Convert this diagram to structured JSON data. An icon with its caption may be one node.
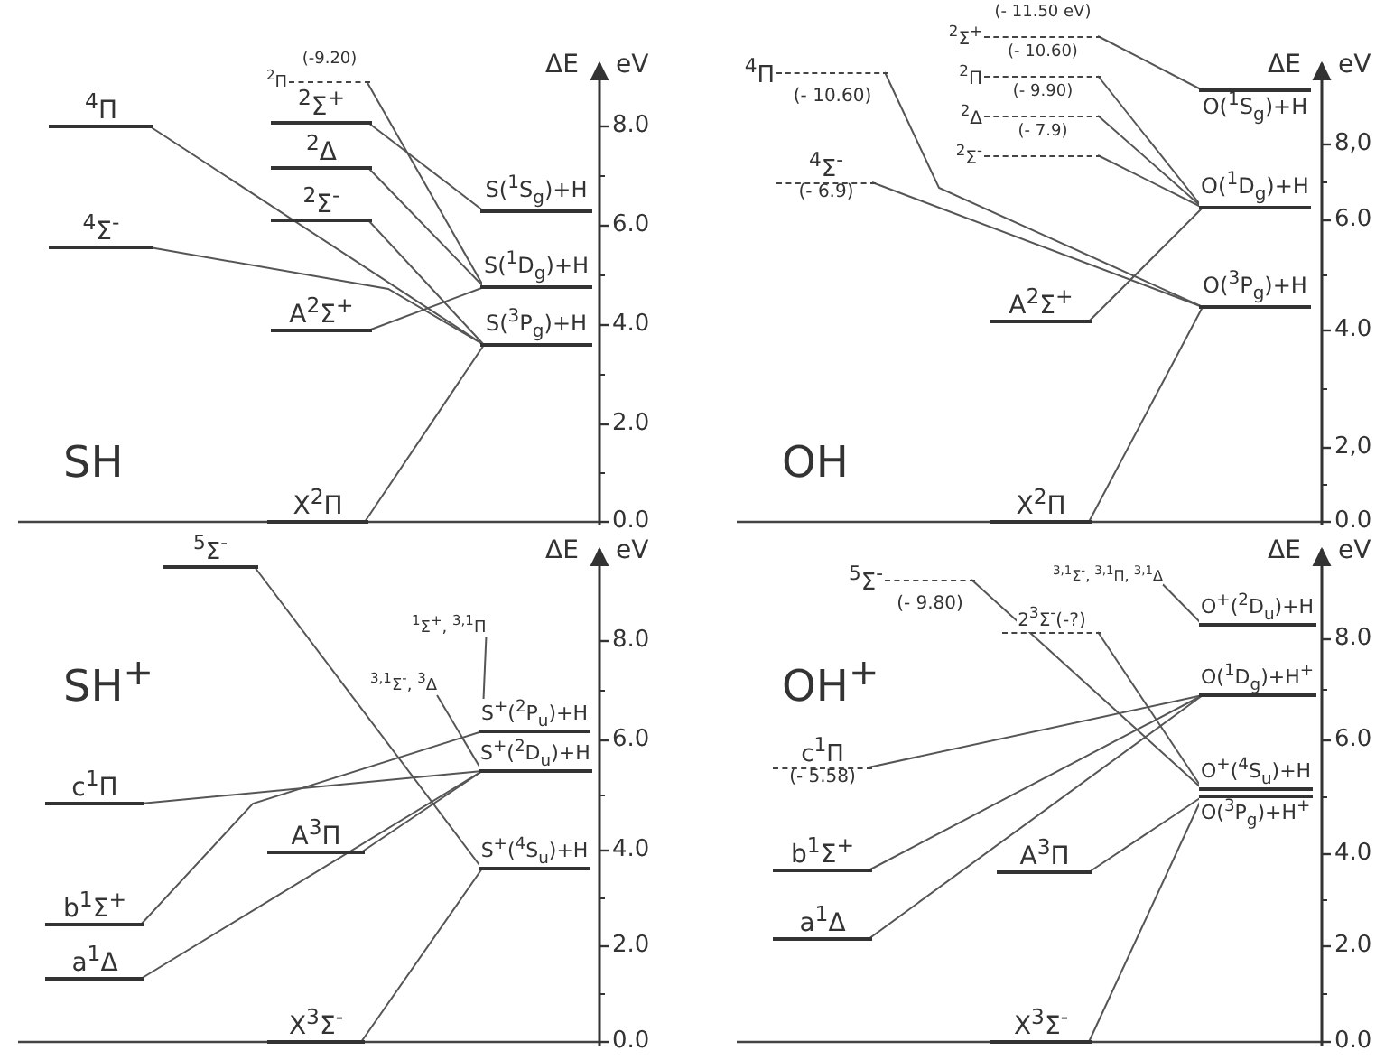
{
  "diagram": {
    "nodes": [
      {
        "text": [
          "$^{4}$Π"
        ]
      },
      {
        "text": [
          "$^{4}$Σ$^{-}$"
        ]
      },
      {
        "text": [
          "$^{2}$Π",
          "(-9.20)"
        ]
      },
      {
        "text": [
          "$^{2}$Σ$^{+}$"
        ]
      },
      {
        "text": [
          "$^{2}$Δ"
        ]
      },
      {
        "text": [
          "$^{2}$Σ$^{-}$"
        ]
      },
      {
        "text": [
          "A$^{2}$Σ$^{+}$"
        ]
      },
      {
        "text": [
          "X$^{2}$Π"
        ]
      },
      {
        "text": [
          "S($^{1}$S$_{g}$)+H"
        ]
      },
      {
        "text": [
          "S($^{1}$D$_{g}$)+H"
        ]
      },
      {
        "text": [
          "S($^{3}$P$_{g}$)+H"
        ]
      },
      {
        "text": [
          "$^{4}$Π",
          "(- 10.60)"
        ]
      },
      {
        "text": [
          "$^{4}$Σ$^{-}$",
          "(- 6.9)"
        ]
      },
      {
        "text": [
          "$^{2}$Σ$^{+}$",
          "(- 11.50 eV)"
        ]
      },
      {
        "text": [
          "$^{2}$Π",
          "(- 10.60)"
        ]
      },
      {
        "text": [
          "$^{2}$Δ",
          "(- 9.90)"
        ]
      },
      {
        "text": [
          "$^{2}$Σ$^{-}$",
          "(- 7.9)"
        ]
      },
      {
        "text": [
          "A$^{2}$Σ$^{+}$"
        ]
      },
      {
        "text": [
          "X$^{2}$Π"
        ]
      },
      {
        "text": [
          "O($^{1}$S$_{g}$)+H"
        ]
      },
      {
        "text": [
          "O($^{1}$D$_{g}$)+H"
        ]
      },
      {
        "text": [
          "O($^{3}$P$_{g}$)+H"
        ]
      },
      {
        "text": [
          "$^{5}$Σ$^{-}$"
        ]
      },
      {
        "text": [
          "c$^{1}$Π"
        ]
      },
      {
        "text": [
          "b$^{1}$Σ$^{+}$"
        ]
      },
      {
        "text": [
          "a$^{1}$Δ"
        ]
      },
      {
        "text": [
          "A$^{3}$Π"
        ]
      },
      {
        "text": [
          "X$^{3}$Σ$^{-}$"
        ]
      },
      {
        "text": [
          "$^{1}$Σ$^{+}$, $^{3,1}$Π"
        ]
      },
      {
        "text": [
          "$^{3,1}$Σ$^{-}$, $^{3}$Δ"
        ]
      },
      {
        "text": [
          "S$^{+}$($^{2}$P$_{u}$)+H"
        ]
      },
      {
        "text": [
          "S$^{+}$($^{2}$D$_{u}$)+H"
        ]
      },
      {
        "text": [
          "S$^{+}$($^{4}$S$_{u}$)+H"
        ]
      },
      {
        "text": [
          "$^{5}$Σ$^{-}$",
          "(- 9.80)"
        ]
      },
      {
        "text": [
          "2$^{3}$Σ$^{-}$(-?)"
        ]
      },
      {
        "text": [
          "c$^{1}$Π",
          "(- 5.58)"
        ]
      },
      {
        "text": [
          "b$^{1}$Σ$^{+}$"
        ]
      },
      {
        "text": [
          "a$^{1}$Δ"
        ]
      },
      {
        "text": [
          "A$^{3}$Π"
        ]
      },
      {
        "text": [
          "X$^{3}$Σ$^{-}$"
        ]
      },
      {
        "text": [
          "$^{3,1}$Σ$^{-}$, $^{3,1}$Π, $^{3,1}$Δ"
        ]
      },
      {
        "text": [
          "O$^{+}$($^{2}$D$_{u}$)+H"
        ]
      },
      {
        "text": [
          "O($^{1}$D$_{g}$)+H$^{+}$"
        ]
      },
      {
        "text": [
          "O$^{+}$($^{4}$S$_{u}$)+H"
        ]
      },
      {
        "text": [
          "O($^{3}$P$_{g}$)+H$^{+}$"
        ]
      }
    ],
    "edges": [
      {
        "from": 0,
        "to": 10,
        "arrow": "none"
      },
      {
        "from": 1,
        "to": 10,
        "arrow": "none"
      },
      {
        "from": 2,
        "to": 9,
        "arrow": "none"
      },
      {
        "from": 3,
        "to": 8,
        "arrow": "none"
      },
      {
        "from": 4,
        "to": 9,
        "arrow": "none"
      },
      {
        "from": 5,
        "to": 10,
        "arrow": "none"
      },
      {
        "from": 6,
        "to": 9,
        "arrow": "none"
      },
      {
        "from": 7,
        "to": 10,
        "arrow": "none"
      },
      {
        "from": 11,
        "to": 21,
        "arrow": "none"
      },
      {
        "from": 12,
        "to": 21,
        "arrow": "none"
      },
      {
        "from": 13,
        "to": 19,
        "arrow": "none"
      },
      {
        "from": 14,
        "to": 20,
        "arrow": "none"
      },
      {
        "from": 15,
        "to": 20,
        "arrow": "none"
      },
      {
        "from": 16,
        "to": 20,
        "arrow": "none"
      },
      {
        "from": 17,
        "to": 20,
        "arrow": "none"
      },
      {
        "from": 18,
        "to": 21,
        "arrow": "none"
      },
      {
        "from": 22,
        "to": 32,
        "arrow": "none"
      },
      {
        "from": 23,
        "to": 31,
        "arrow": "none"
      },
      {
        "from": 24,
        "to": 30,
        "arrow": "none"
      },
      {
        "from": 25,
        "to": 31,
        "arrow": "none"
      },
      {
        "from": 26,
        "to": 31,
        "arrow": "none"
      },
      {
        "from": 27,
        "to": 32,
        "arrow": "none"
      },
      {
        "from": 28,
        "to": 30,
        "arrow": "none"
      },
      {
        "from": 29,
        "to": 31,
        "arrow": "none"
      },
      {
        "from": 33,
        "to": 43,
        "arrow": "none"
      },
      {
        "from": 34,
        "to": 43,
        "arrow": "none"
      },
      {
        "from": 35,
        "to": 42,
        "arrow": "none"
      },
      {
        "from": 36,
        "to": 42,
        "arrow": "none"
      },
      {
        "from": 37,
        "to": 42,
        "arrow": "none"
      },
      {
        "from": 38,
        "to": 44,
        "arrow": "none"
      },
      {
        "from": 39,
        "to": 44,
        "arrow": "none"
      },
      {
        "from": 40,
        "to": 41,
        "arrow": "none"
      }
    ],
    "labels": [
      "SH",
      "ΔE",
      "eV",
      "8.0",
      "6.0",
      "4.0",
      "2.0",
      "0.0",
      "OH",
      "ΔE",
      "eV",
      "8,0",
      "6.0",
      "4.0",
      "2,0",
      "0.0",
      "SH$^{+}$",
      "ΔE",
      "eV",
      "8.0",
      "6.0",
      "4.0",
      "2.0",
      "0.0",
      "OH$^{+}$",
      "ΔE",
      "eV",
      "8.0",
      "6.0",
      "4.0",
      "2.0",
      "0.0"
    ]
  }
}
